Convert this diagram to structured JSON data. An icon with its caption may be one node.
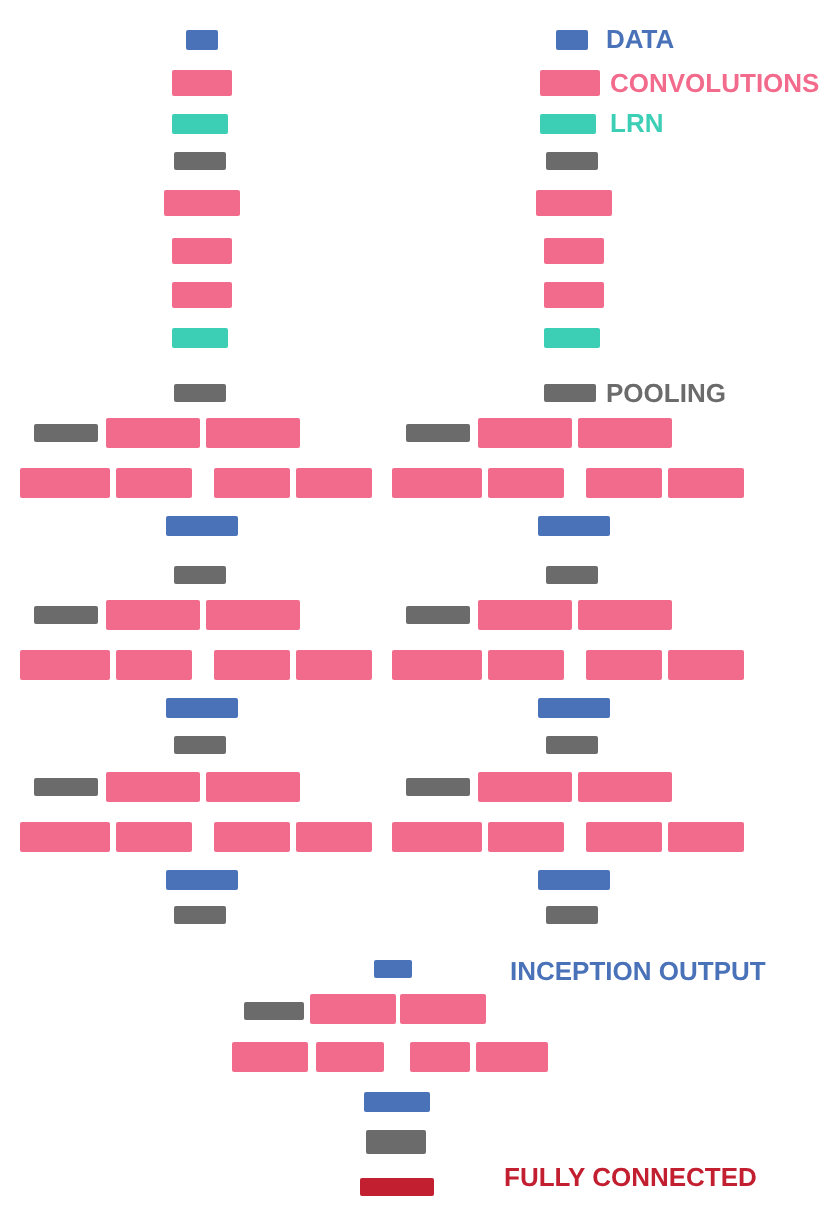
{
  "diagram": {
    "legend": [
      {
        "text": "DATA",
        "color": "#4a72b8"
      },
      {
        "text": "CONVOLUTIONS",
        "color": "#f26b8c"
      },
      {
        "text": "LRN",
        "color": "#3ccfb6"
      },
      {
        "text": "POOLING",
        "color": "#6b6b6b"
      },
      {
        "text": "INCEPTION OUTPUT",
        "color": "#4a72b8"
      },
      {
        "text": "FULLY CONNECTED",
        "color": "#c21f30"
      }
    ]
  }
}
